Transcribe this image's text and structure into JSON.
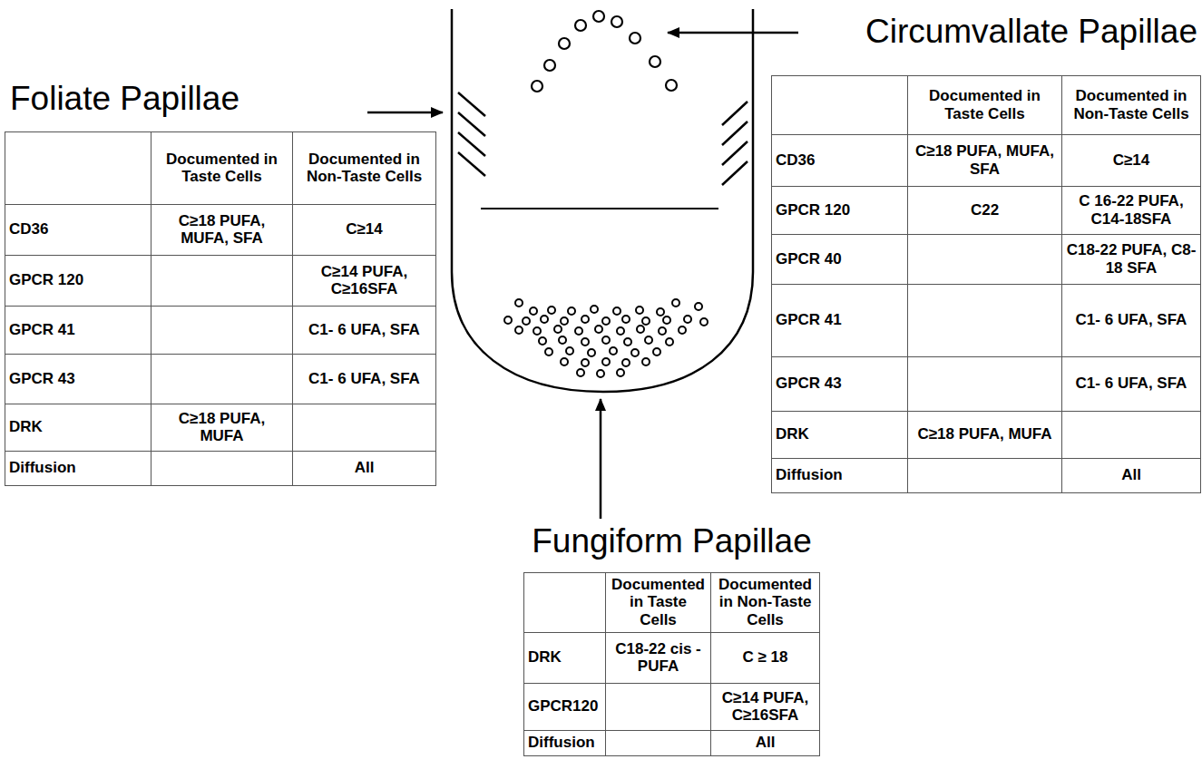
{
  "diagram": {
    "nodes": [
      {
        "text": [
          "Foliate Papillae"
        ]
      },
      {
        "text": [
          "Circumvallate Papillae"
        ]
      },
      {
        "text": [
          "Fungiform Papillae"
        ]
      }
    ],
    "labels": [
      "Documented in Taste Cells",
      "Documented in Non-Taste Cells",
      "CD36",
      "C≥18 PUFA, MUFA, SFA",
      "C≥14",
      "GPCR 120",
      "C≥14 PUFA, C≥16SFA",
      "GPCR 41",
      "C1- 6 UFA, SFA",
      "GPCR 43",
      "C1- 6 UFA, SFA",
      "DRK",
      "C≥18 PUFA, MUFA",
      "Diffusion",
      "All",
      "Documented in Taste Cells",
      "Documented in Non-Taste Cells",
      "CD36",
      "C≥18 PUFA, MUFA, SFA",
      "C≥14",
      "GPCR 120",
      "C22",
      "C 16-22 PUFA, C14-18SFA",
      "GPCR 40",
      "C18-22 PUFA, C8-18 SFA",
      "GPCR 41",
      "C1- 6 UFA, SFA",
      "GPCR 43",
      "C1- 6 UFA, SFA",
      "DRK",
      "C≥18 PUFA, MUFA",
      "Diffusion",
      "All",
      "Documented in Taste Cells",
      "Documented in Non-Taste Cells",
      "DRK",
      "C18-22 cis - PUFA",
      "C ≥ 18",
      "GPCR120",
      "C≥14 PUFA, C≥16SFA",
      "Diffusion",
      "All"
    ]
  }
}
